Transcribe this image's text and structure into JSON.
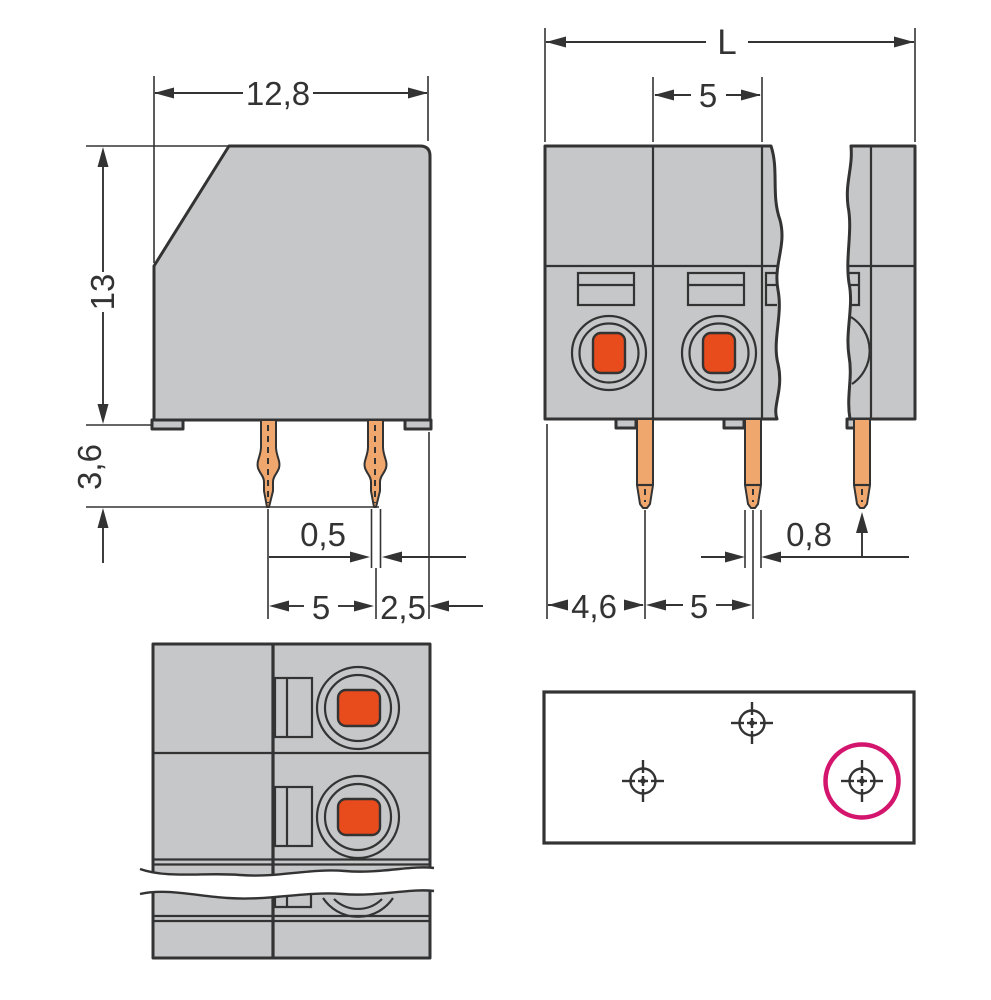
{
  "colors": {
    "background": "#ffffff",
    "body": "#c6c7c8",
    "outline": "#333333",
    "copper": "#f0a76e",
    "button": "#e84b1c",
    "magenta": "#d4156d"
  },
  "side_view": {
    "width": "12,8",
    "height": "13",
    "pin_length": "3,6",
    "pin_width": "0,5",
    "pin_spacing": "5",
    "pin_to_edge": "2,5"
  },
  "front_view": {
    "total_length": "L",
    "pole_pitch": "5",
    "edge_to_first_pin": "4,6",
    "pin_pitch": "5",
    "pin_width": "0,8"
  }
}
